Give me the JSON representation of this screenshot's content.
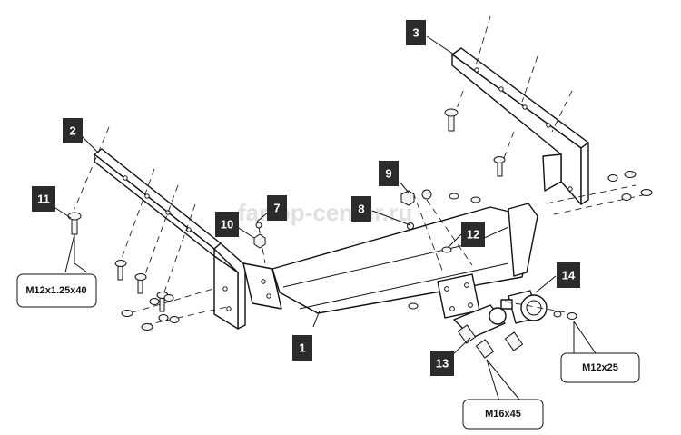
{
  "watermark": "fartop-center.ru",
  "part_numbers": [
    "1",
    "2",
    "3",
    "7",
    "8",
    "9",
    "10",
    "11",
    "12",
    "13",
    "14"
  ],
  "fastener_specs": {
    "side_bolts": "M12x1.25x40",
    "ball_bolts": "M16x45",
    "socket_bolts": "M12x25"
  },
  "colors": {
    "label_fill": "#2b2b2b",
    "label_text": "#ffffff",
    "line": "#111111"
  }
}
